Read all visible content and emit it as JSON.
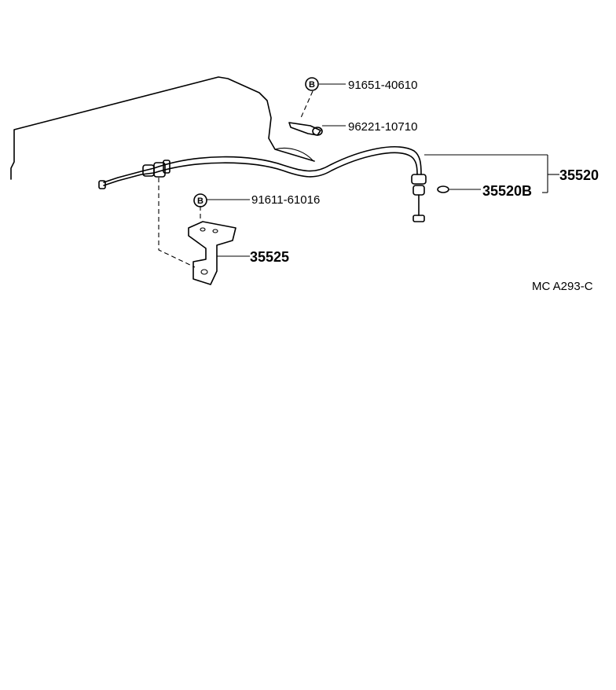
{
  "parts": [
    {
      "id": "p1",
      "number": "91651-40610",
      "badge": "B"
    },
    {
      "id": "p2",
      "number": "96221-10710",
      "badge": ""
    },
    {
      "id": "p3",
      "number": "35520",
      "badge": ""
    },
    {
      "id": "p4",
      "number": "35520B",
      "badge": ""
    },
    {
      "id": "p5",
      "number": "91611-61016",
      "badge": "B"
    },
    {
      "id": "p6",
      "number": "35525",
      "badge": ""
    }
  ],
  "drawing_code": "MC A293-C"
}
